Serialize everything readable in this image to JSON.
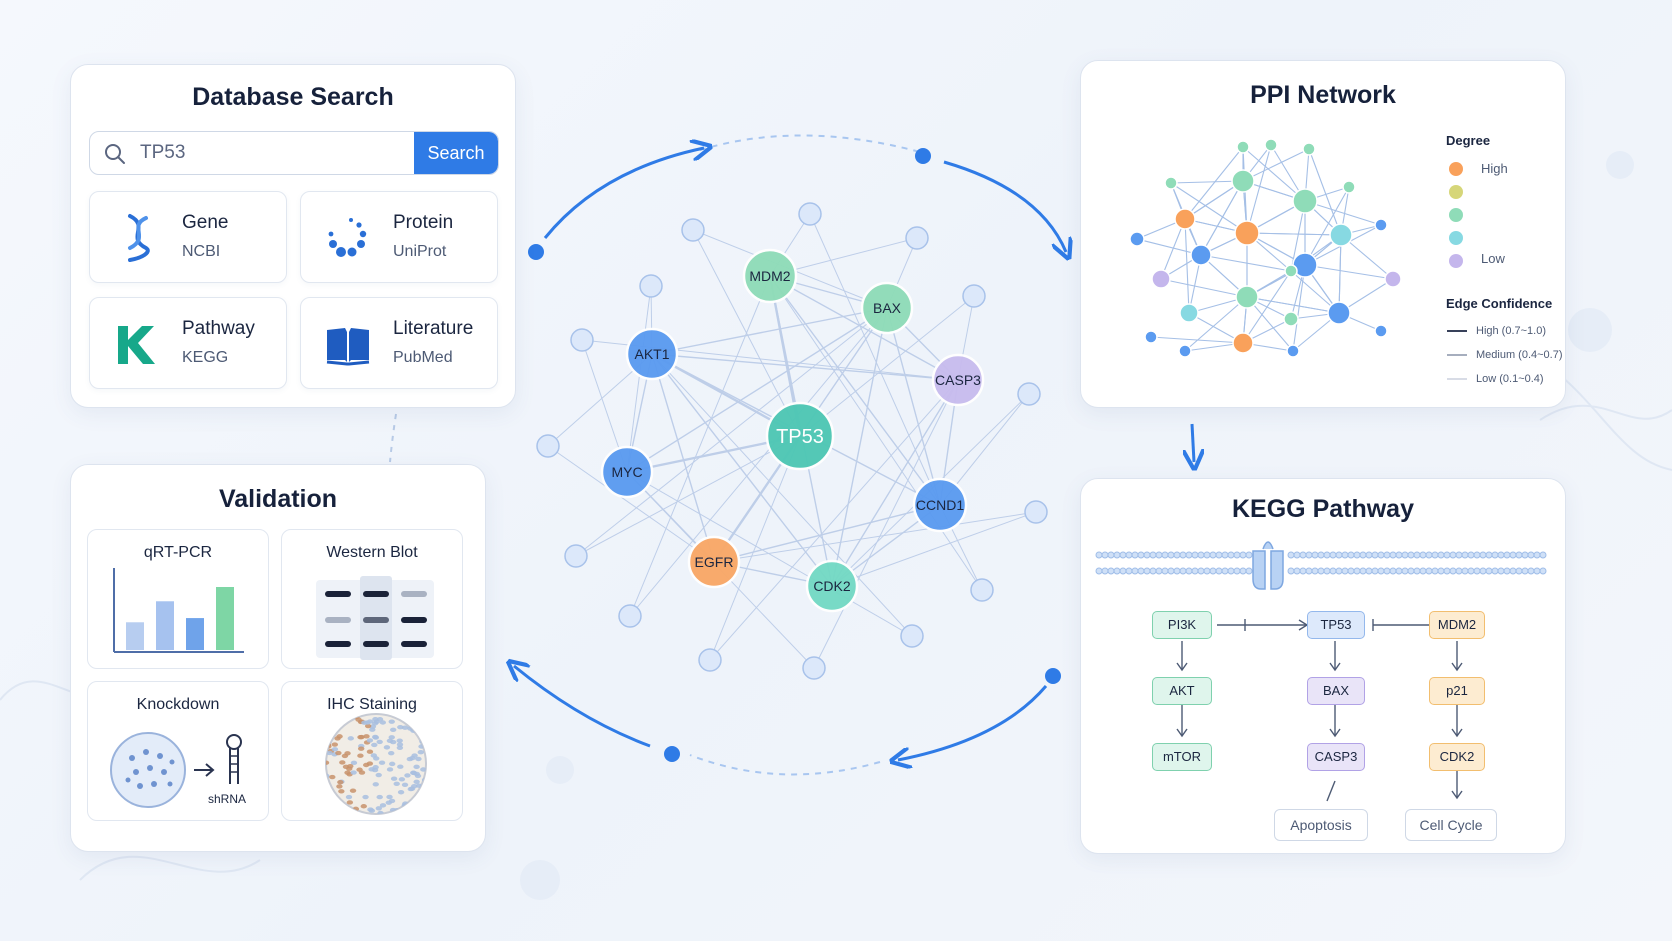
{
  "database_search": {
    "title": "Database Search",
    "search": {
      "value": "TP53",
      "button_label": "Search"
    },
    "tiles": [
      {
        "name": "Gene",
        "source": "NCBI",
        "icon": "dna-helix-icon"
      },
      {
        "name": "Protein",
        "source": "UniProt",
        "icon": "protein-dots-icon"
      },
      {
        "name": "Pathway",
        "source": "KEGG",
        "icon": "kegg-k-icon"
      },
      {
        "name": "Literature",
        "source": "PubMed",
        "icon": "open-book-icon"
      }
    ]
  },
  "validation": {
    "title": "Validation",
    "tiles": [
      {
        "label": "qRT-PCR"
      },
      {
        "label": "Western Blot"
      },
      {
        "label": "Knockdown",
        "sublabel": "shRNA"
      },
      {
        "label": "IHC Staining"
      }
    ],
    "qrtpcr_bars": [
      0.33,
      0.58,
      0.38,
      0.75
    ]
  },
  "network": {
    "nodes": [
      "TP53",
      "MDM2",
      "BAX",
      "AKT1",
      "CASP3",
      "MYC",
      "CCND1",
      "EGFR",
      "CDK2"
    ]
  },
  "ppi": {
    "title": "PPI Network",
    "legend": {
      "degree_title": "Degree",
      "degree_high": "High",
      "degree_low": "Low",
      "degree_colors": [
        "#f9a15b",
        "#d6d679",
        "#8fdcb8",
        "#87d9e2",
        "#c4b6ec"
      ],
      "edge_title": "Edge Confidence",
      "edges": [
        "High (0.7~1.0)",
        "Medium (0.4~0.7)",
        "Low (0.1~0.4)"
      ]
    }
  },
  "kegg": {
    "title": "KEGG Pathway",
    "boxes": {
      "pi3k": "PI3K",
      "akt": "AKT",
      "mtor": "mTOR",
      "tp53": "TP53",
      "bax": "BAX",
      "casp3": "CASP3",
      "mdm2": "MDM2",
      "p21": "p21",
      "cdk2": "CDK2",
      "apoptosis": "Apoptosis",
      "cell_cycle": "Cell Cycle"
    }
  }
}
